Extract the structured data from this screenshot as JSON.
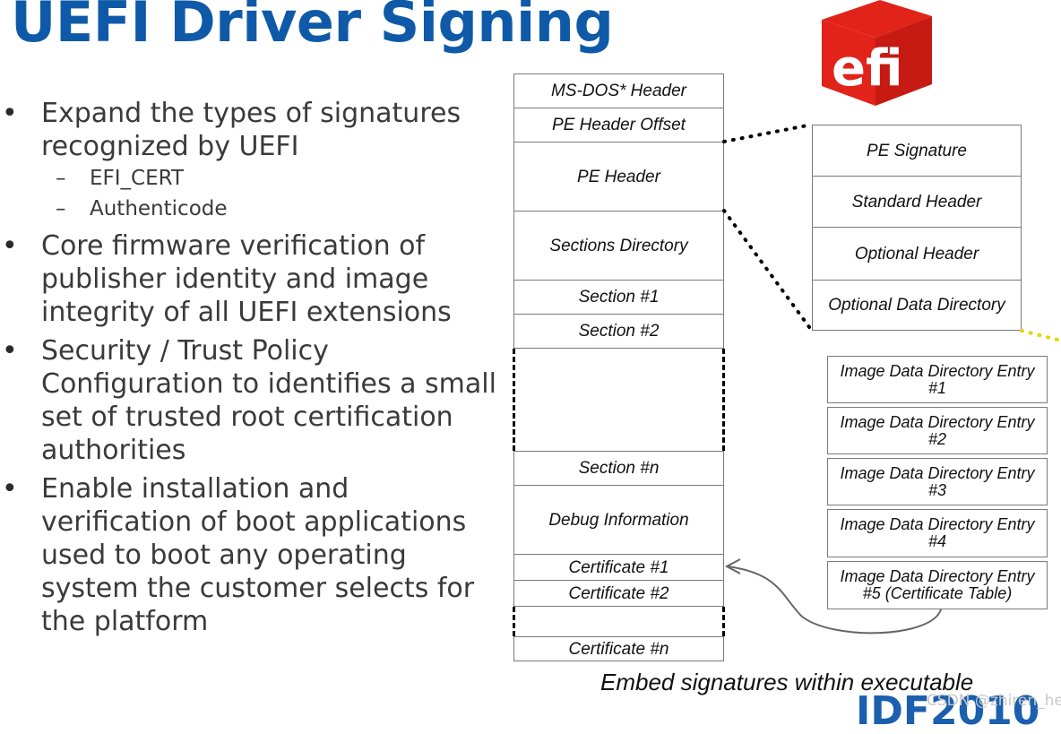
{
  "title": "UEFI Driver Signing",
  "logo_text": "efi",
  "bullets": [
    {
      "text": "Expand the types of signatures recognized by UEFI",
      "subs": [
        "EFI_CERT",
        "Authenticode"
      ]
    },
    {
      "text": "Core firmware verification of publisher identity and image integrity of all UEFI extensions"
    },
    {
      "text": "Security / Trust Policy Configuration to identifies a small set of trusted root certification authorities"
    },
    {
      "text": "Enable installation and verification of boot applications used to boot any operating system the customer selects for the platform"
    }
  ],
  "pe_column": {
    "ms_dos": "MS-DOS* Header",
    "pe_offset": "PE Header Offset",
    "pe_header": "PE Header",
    "sections_dir": "Sections Directory",
    "section1": "Section #1",
    "section2": "Section #2",
    "sectionn": "Section #n",
    "debug": "Debug Information",
    "cert1": "Certificate #1",
    "cert2": "Certificate #2",
    "certn": "Certificate #n"
  },
  "header_column": {
    "pe_signature": "PE Signature",
    "standard_header": "Standard Header",
    "optional_header": "Optional Header",
    "optional_data_dir": "Optional Data Directory"
  },
  "entries": {
    "e1": "Image Data Directory Entry #1",
    "e2": "Image Data Directory Entry #2",
    "e3": "Image Data Directory Entry #3",
    "e4": "Image Data Directory Entry #4",
    "e5": "Image Data Directory Entry #5 (Certificate Table)"
  },
  "caption": "Embed signatures within executable",
  "footer_logo": "IDF2010",
  "watermark": "CSDN @zhiren_he",
  "colors": {
    "title": "#0f5aa8",
    "logo": "#e2231a",
    "body_text": "#3a3a3a"
  }
}
